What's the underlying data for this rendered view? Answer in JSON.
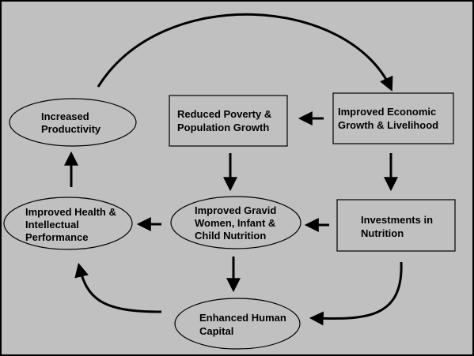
{
  "nodes": {
    "productivity": {
      "lines": [
        "Increased",
        "Productivity"
      ]
    },
    "poverty": {
      "lines": [
        "Reduced Poverty &",
        "Population Growth"
      ]
    },
    "economic": {
      "lines": [
        "Improved Economic",
        "Growth & Livelihood"
      ]
    },
    "health": {
      "lines": [
        "Improved Health &",
        "Intellectual",
        "Performance"
      ]
    },
    "gravid": {
      "lines": [
        "Improved Gravid",
        "Women, Infant &",
        "Child Nutrition"
      ]
    },
    "investments": {
      "lines": [
        "Investments in",
        "Nutrition"
      ]
    },
    "capital": {
      "lines": [
        "Enhanced Human",
        "Capital"
      ]
    }
  },
  "colors": {
    "background": "#c0c0c0",
    "stroke": "#000000"
  }
}
